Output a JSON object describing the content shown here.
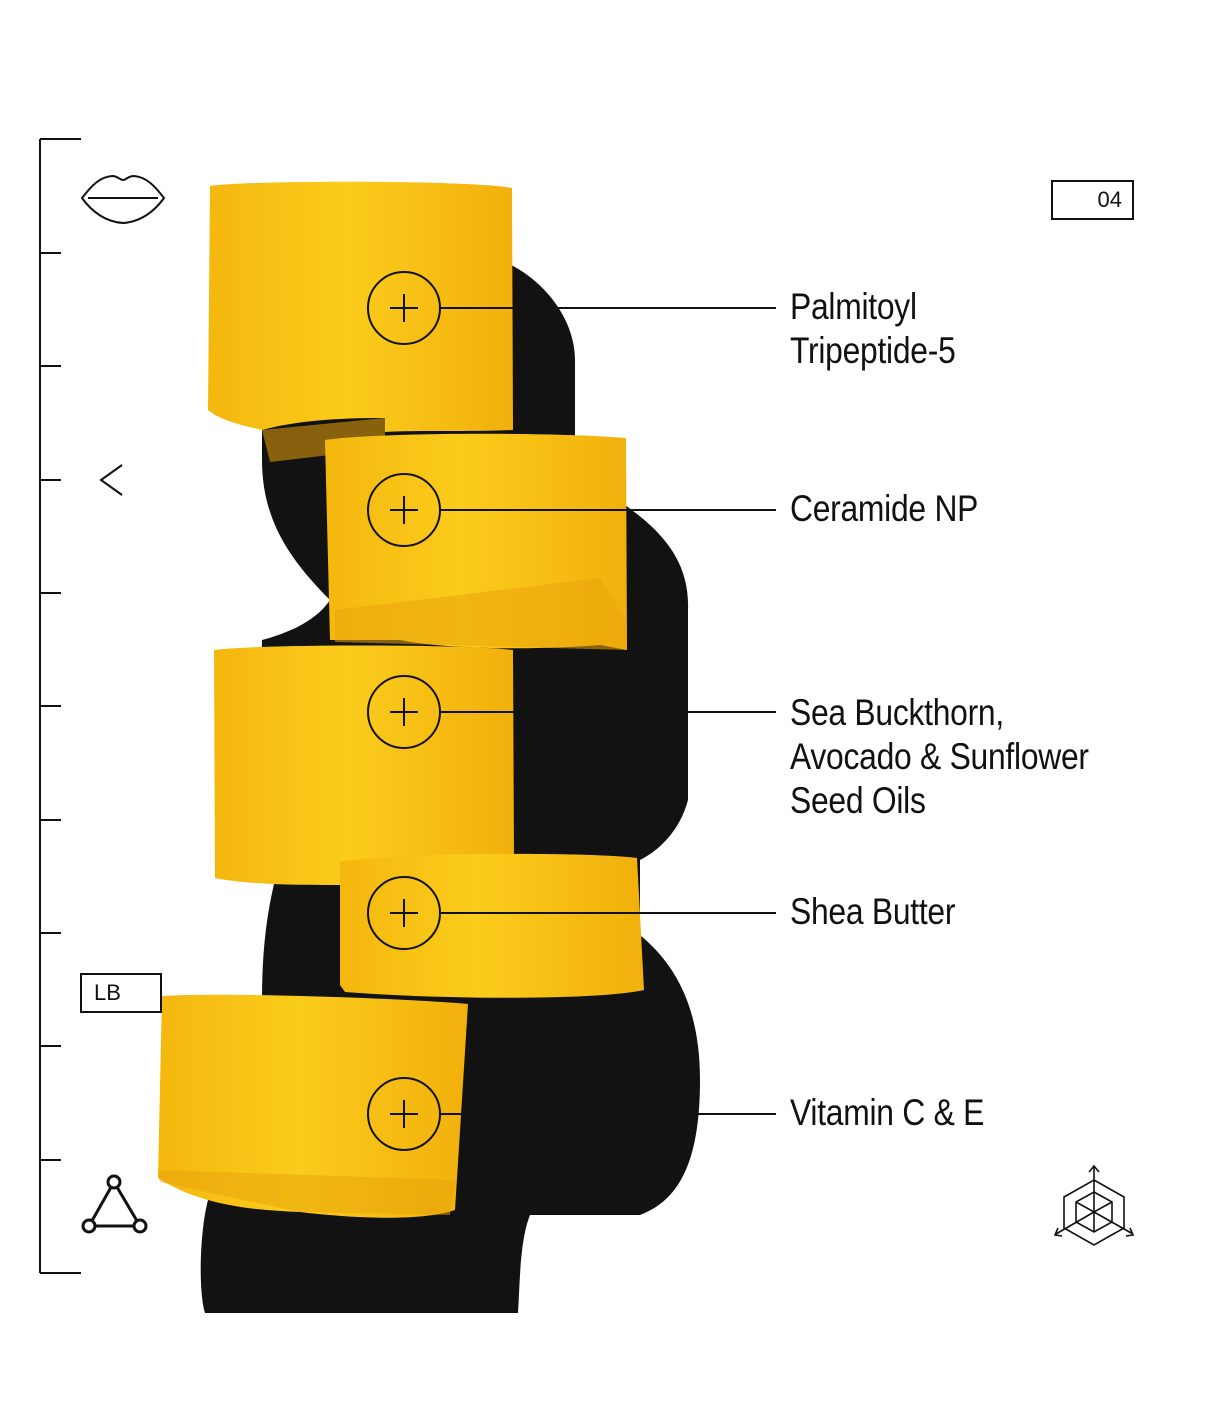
{
  "page_number": "04",
  "finish_tag": "LB",
  "ingredients": [
    {
      "lines": [
        "Palmitoyl",
        "Tripeptide-5"
      ]
    },
    {
      "lines": [
        "Ceramide NP"
      ]
    },
    {
      "lines": [
        "Sea Buckthorn,",
        "Avocado & Sunflower",
        "Seed Oils"
      ]
    },
    {
      "lines": [
        "Shea Butter"
      ]
    },
    {
      "lines": [
        "Vitamin C & E"
      ]
    }
  ],
  "icons": {
    "top_left": "lips-icon",
    "mid_left": "chevron-left-icon",
    "bottom_left": "triangle-nodes-icon",
    "bottom_right": "3d-cube-axes-icon",
    "marker": "plus-circle-icon"
  },
  "colors": {
    "accent": "#F6C012",
    "shadow": "#111111",
    "ink": "#111111",
    "background": "#FFFFFF"
  }
}
